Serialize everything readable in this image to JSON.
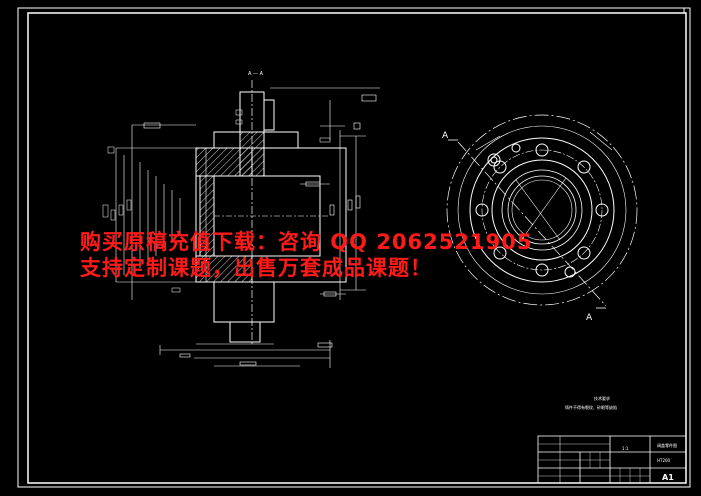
{
  "section_label": "A — A",
  "view_letter_top": "A",
  "view_letter_bottom": "A",
  "watermark": {
    "line1": "购买原稿充值下载：咨询 QQ 2062521905",
    "line2": "支持定制课题，出售万套成品课题！"
  },
  "tech_notes": {
    "title": "技术要求",
    "line1": "铸件不得有裂纹、砂眼等缺陷"
  },
  "title_block": {
    "part_name": "阀盖零件图",
    "sheet_size": "A1",
    "material": "HT200",
    "scale": "1:1"
  },
  "colors": {
    "background": "#000000",
    "lines": "#ffffff",
    "watermark": "#ff1a1a"
  }
}
